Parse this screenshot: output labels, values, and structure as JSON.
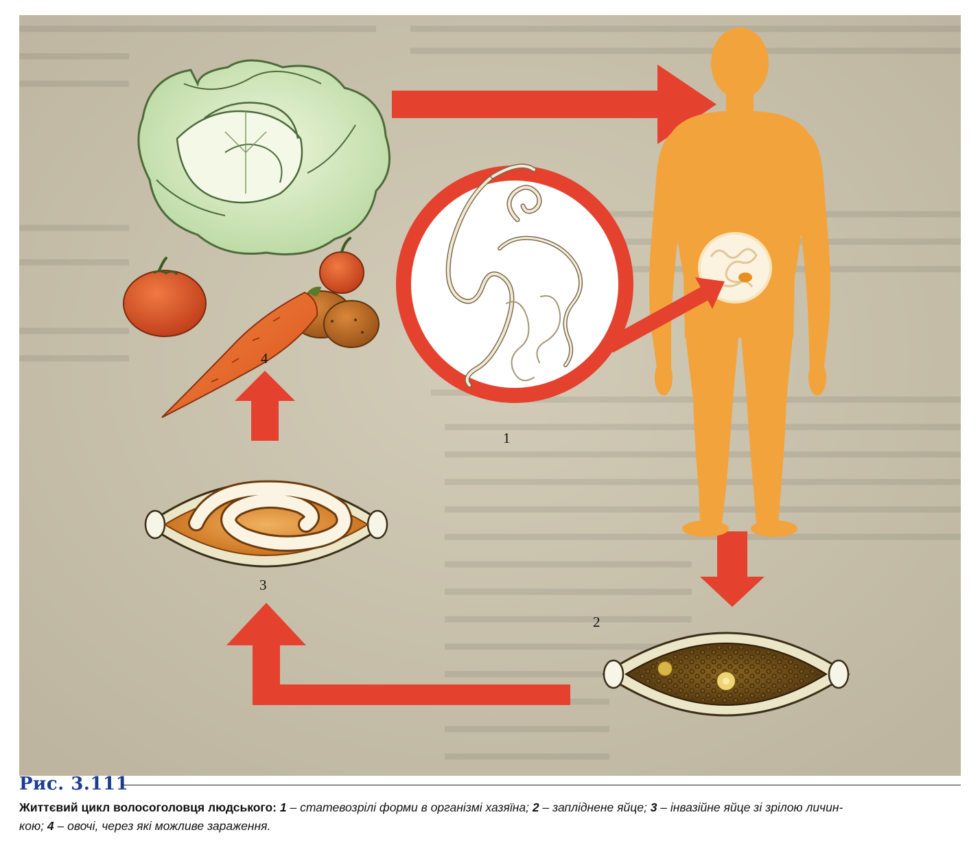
{
  "figure": {
    "stage_labels": {
      "s1": "1",
      "s2": "2",
      "s3": "3",
      "s4": "4"
    },
    "colors": {
      "background": "#c9c2ae",
      "arrow": "#e4412f",
      "human": "#f3a33b",
      "egg_shell": "#ece6c9",
      "egg_content": "#6a4a16"
    },
    "icons": [
      "cabbage-icon",
      "tomato-icon",
      "carrot-icon",
      "potato-icon",
      "human-body-icon",
      "worm-icon",
      "egg-icon",
      "larva-egg-icon",
      "arrow-icon"
    ]
  },
  "caption": {
    "fig_label": "Рис. 3.111",
    "title": "Життєвий цикл волосоголовця людського:",
    "items": [
      {
        "num": "1",
        "sep": " – ",
        "text": "статевозрілі форми в організмі хазяїна;"
      },
      {
        "num": "2",
        "sep": " – ",
        "text": "запліднене яйце;"
      },
      {
        "num": "3",
        "sep": " – ",
        "text": "інвазійне яйце зі зрілою личин-"
      },
      {
        "num": "",
        "sep": "",
        "text": "кою;"
      },
      {
        "num": "4",
        "sep": " – ",
        "text": "овочі, через які можливе зараження."
      }
    ]
  }
}
